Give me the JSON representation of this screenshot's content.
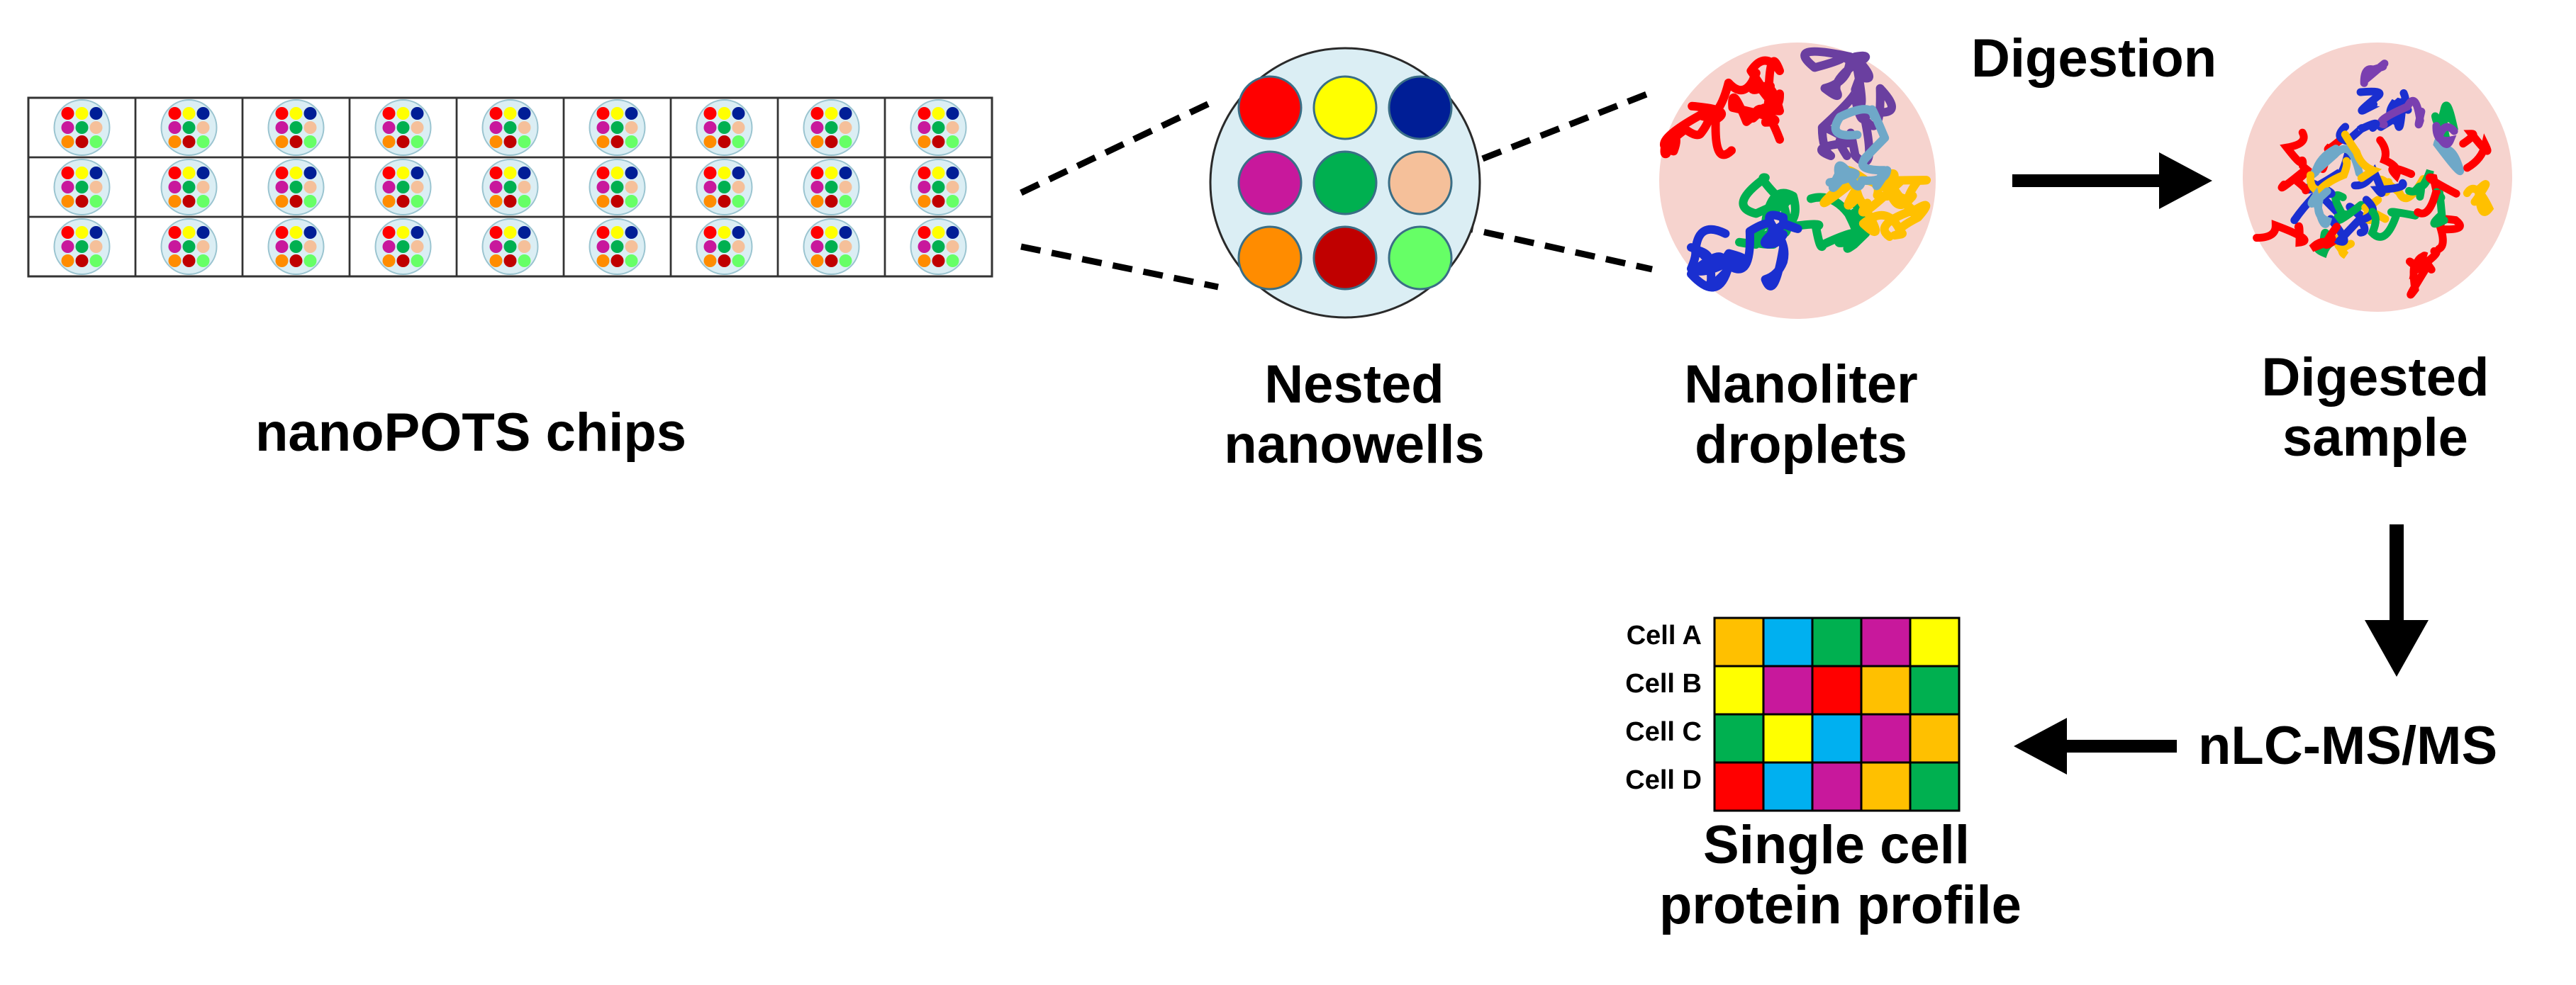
{
  "palette": {
    "red": "#ff0000",
    "yellow": "#ffff00",
    "navy": "#001e96",
    "magenta": "#c8189c",
    "green": "#00b050",
    "peach": "#f5c09a",
    "orange": "#ff8c00",
    "darkred": "#c00000",
    "lightgreen": "#66ff66",
    "well": "#dbeef4",
    "droplet": "#f6d3ce",
    "blue": "#00b0f0",
    "gold": "#ffc000"
  },
  "chips_label": "nanoPOTS chips",
  "nested_label": [
    "Nested",
    "nanowells"
  ],
  "droplets_label": [
    "Nanoliter",
    "droplets"
  ],
  "digestion_label": "Digestion",
  "digested_label": [
    "Digested",
    "sample"
  ],
  "nlc_label": "nLC-MS/MS",
  "profile_label": [
    "Single cell",
    "protein profile"
  ],
  "profile": {
    "rows": [
      {
        "label": "Cell A",
        "cells": [
          "gold",
          "blue",
          "green",
          "magenta",
          "yellow"
        ]
      },
      {
        "label": "Cell B",
        "cells": [
          "yellow",
          "magenta",
          "red",
          "gold",
          "green"
        ]
      },
      {
        "label": "Cell C",
        "cells": [
          "green",
          "yellow",
          "blue",
          "magenta",
          "gold"
        ]
      },
      {
        "label": "Cell D",
        "cells": [
          "red",
          "blue",
          "magenta",
          "gold",
          "green"
        ]
      }
    ]
  },
  "nanowell_colors": [
    "red",
    "yellow",
    "navy",
    "magenta",
    "green",
    "peach",
    "orange",
    "darkred",
    "lightgreen"
  ]
}
